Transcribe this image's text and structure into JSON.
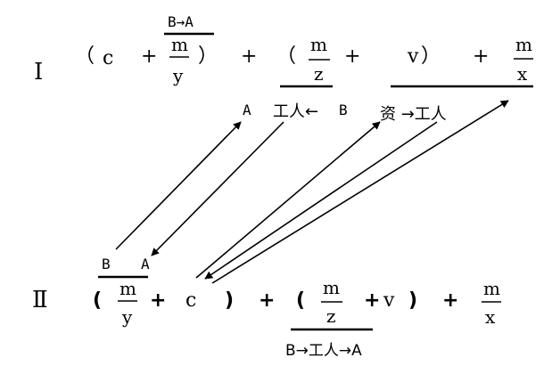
{
  "row1": {
    "numeral": "Ⅰ",
    "paren_open1": "（",
    "c": "c",
    "plus1": "+",
    "frac1_label": "B→A",
    "frac1_num": "m",
    "frac1_den": "y",
    "paren_close1": "）",
    "plus2": "+",
    "paren_open2": "（",
    "frac2_num": "m",
    "frac2_den": "z",
    "plus3": "+",
    "v": "v",
    "paren_close2": "）",
    "plus4": "+",
    "frac3_num": "m",
    "frac3_den": "x",
    "label_a": "A",
    "label_worker_left": "工人←",
    "label_b": "B",
    "label_capital_right": "资 →工人"
  },
  "row2": {
    "numeral": "Ⅱ",
    "label_b": "B",
    "label_a": "A",
    "paren_open1": "(",
    "frac1_num": "m",
    "frac1_den": "y",
    "plus1": "+",
    "c": "c",
    "paren_close1": ")",
    "plus2": "+",
    "paren_open2": "(",
    "frac2_num": "m",
    "frac2_den": "z",
    "plus3": "+",
    "v": "v",
    "paren_close2": ")",
    "plus4": "+",
    "frac3_num": "m",
    "frac3_den": "x",
    "label_bottom": "B→工人→A"
  },
  "colors": {
    "ink": "#000000",
    "background": "#ffffff"
  }
}
